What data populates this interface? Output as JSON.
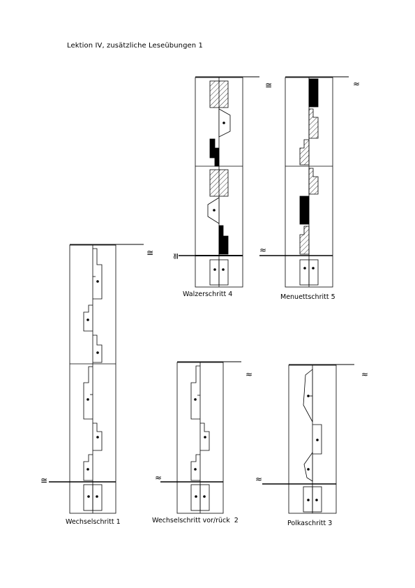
{
  "page": {
    "title": "Lektion IV, zusätzliche Leseübungen 1"
  },
  "scores": [
    {
      "id": "walzerschritt",
      "caption": "Walzerschritt 4"
    },
    {
      "id": "menuettschritt",
      "caption": "Menuettschritt 5"
    },
    {
      "id": "wechselschritt",
      "caption": "Wechselschritt 1"
    },
    {
      "id": "wechselschritt-vor-rueck",
      "caption": "Wechselschritt vor/rück  2"
    },
    {
      "id": "polkaschritt",
      "caption": "Polkaschritt 3"
    }
  ],
  "colors": {
    "ink": "#000000",
    "paper": "#ffffff"
  }
}
